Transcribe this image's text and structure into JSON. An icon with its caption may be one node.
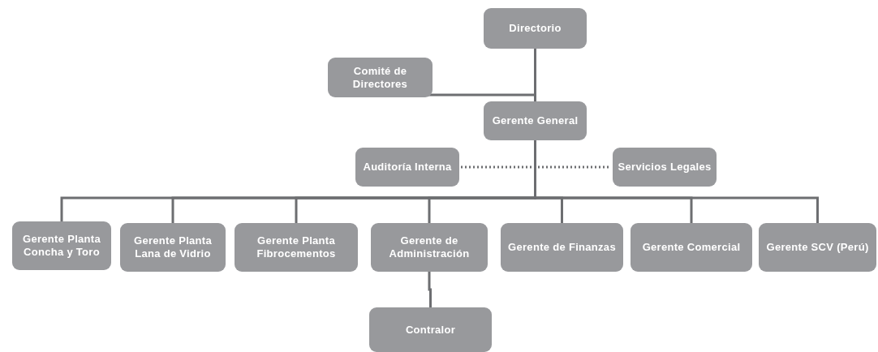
{
  "diagram": {
    "nodes": [
      {
        "text": [
          "Directorio"
        ]
      },
      {
        "text": [
          "Comité de Directores"
        ]
      },
      {
        "text": [
          "Gerente General"
        ]
      },
      {
        "text": [
          "Auditoría Interna"
        ]
      },
      {
        "text": [
          "Servicios Legales"
        ]
      },
      {
        "text": [
          "Gerente Planta Concha y Toro"
        ]
      },
      {
        "text": [
          "Gerente Planta Lana de Vidrio"
        ]
      },
      {
        "text": [
          "Gerente Planta Fibrocementos"
        ]
      },
      {
        "text": [
          "Gerente de Administración"
        ]
      },
      {
        "text": [
          "Gerente de Finanzas"
        ]
      },
      {
        "text": [
          "Gerente Comercial"
        ]
      },
      {
        "text": [
          "Gerente SCV (Perú)"
        ]
      },
      {
        "text": [
          "Contralor"
        ]
      }
    ],
    "edges": [
      {
        "from": 0,
        "to": 2,
        "arrow": "none"
      },
      {
        "from": 0,
        "to": 1,
        "arrow": "none"
      },
      {
        "from": 3,
        "to": 4,
        "arrow": "none",
        "style": "dashed"
      },
      {
        "from": 2,
        "to": 5,
        "arrow": "none"
      },
      {
        "from": 2,
        "to": 6,
        "arrow": "none"
      },
      {
        "from": 2,
        "to": 7,
        "arrow": "none"
      },
      {
        "from": 2,
        "to": 8,
        "arrow": "none"
      },
      {
        "from": 2,
        "to": 9,
        "arrow": "none"
      },
      {
        "from": 2,
        "to": 10,
        "arrow": "none"
      },
      {
        "from": 2,
        "to": 11,
        "arrow": "none"
      },
      {
        "from": 8,
        "to": 12,
        "arrow": "none"
      }
    ]
  }
}
